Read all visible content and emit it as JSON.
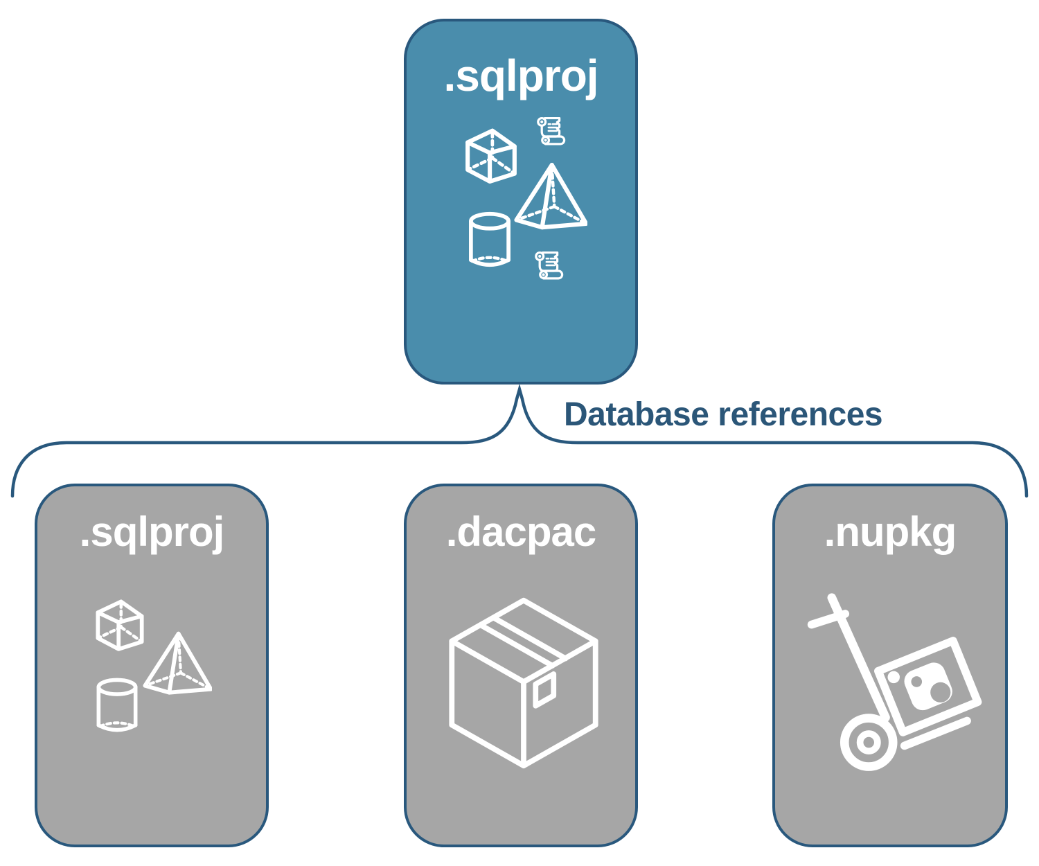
{
  "connector": {
    "label": "Database references"
  },
  "parent": {
    "label": ".sqlproj",
    "icons": [
      "cube-icon",
      "scroll-icon",
      "pyramid-icon",
      "cylinder-icon",
      "scroll-icon"
    ]
  },
  "children": [
    {
      "label": ".sqlproj",
      "icons": [
        "cube-icon",
        "pyramid-icon",
        "cylinder-icon"
      ]
    },
    {
      "label": ".dacpac",
      "icons": [
        "package-box-icon"
      ]
    },
    {
      "label": ".nupkg",
      "icons": [
        "hand-truck-nuget-icon"
      ]
    }
  ],
  "colors": {
    "parent_fill": "#4a8dac",
    "child_fill": "#a6a6a6",
    "border_color": "#29587d",
    "label_text": "#2b5678",
    "icon_color": "#ffffff"
  }
}
